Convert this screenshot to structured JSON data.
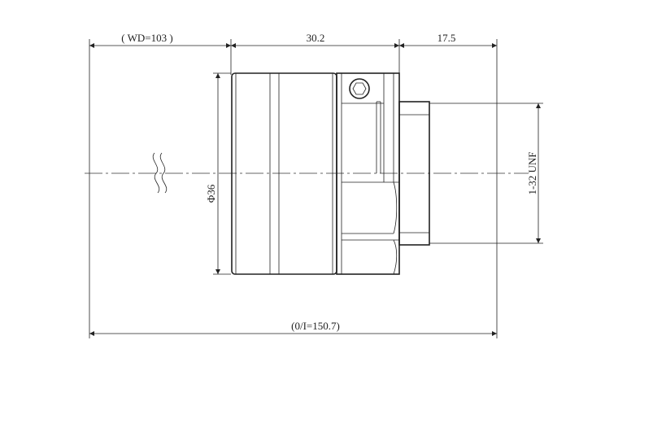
{
  "dimensions": {
    "working_distance": "( WD=103 )",
    "body_length": "30.2",
    "mount_length": "17.5",
    "total_length": "(0/I=150.7)",
    "diameter": "Φ36",
    "mount_thread": "1-32 UNF"
  }
}
